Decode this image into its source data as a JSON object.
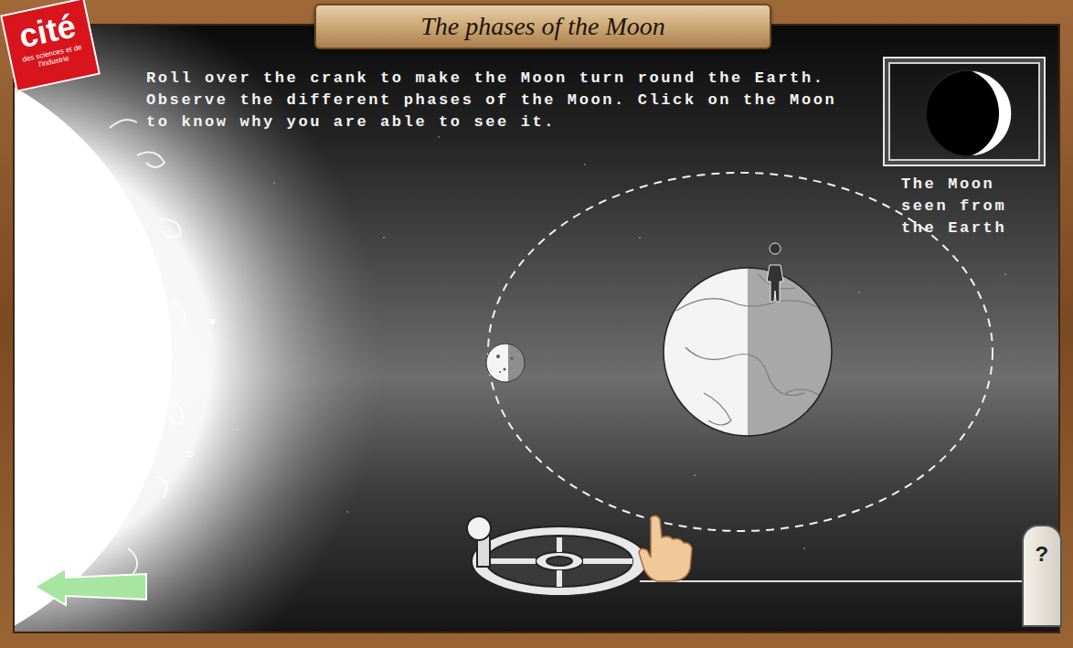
{
  "diagram": {
    "title": "The phases of the Moon",
    "nodes": [
      {
        "text": [
          "cité",
          "des sciences et de l'industrie"
        ]
      },
      {
        "text": [
          "The phases of the Moon"
        ]
      },
      {
        "text": [
          "The Moon seen from the Earth"
        ]
      },
      {
        "text": [
          "?"
        ]
      }
    ],
    "labels": [
      "Roll over the crank to make the Moon turn round the Earth. Observe the different phases of the Moon. Click on the Moon to know why you are able to see it."
    ]
  }
}
